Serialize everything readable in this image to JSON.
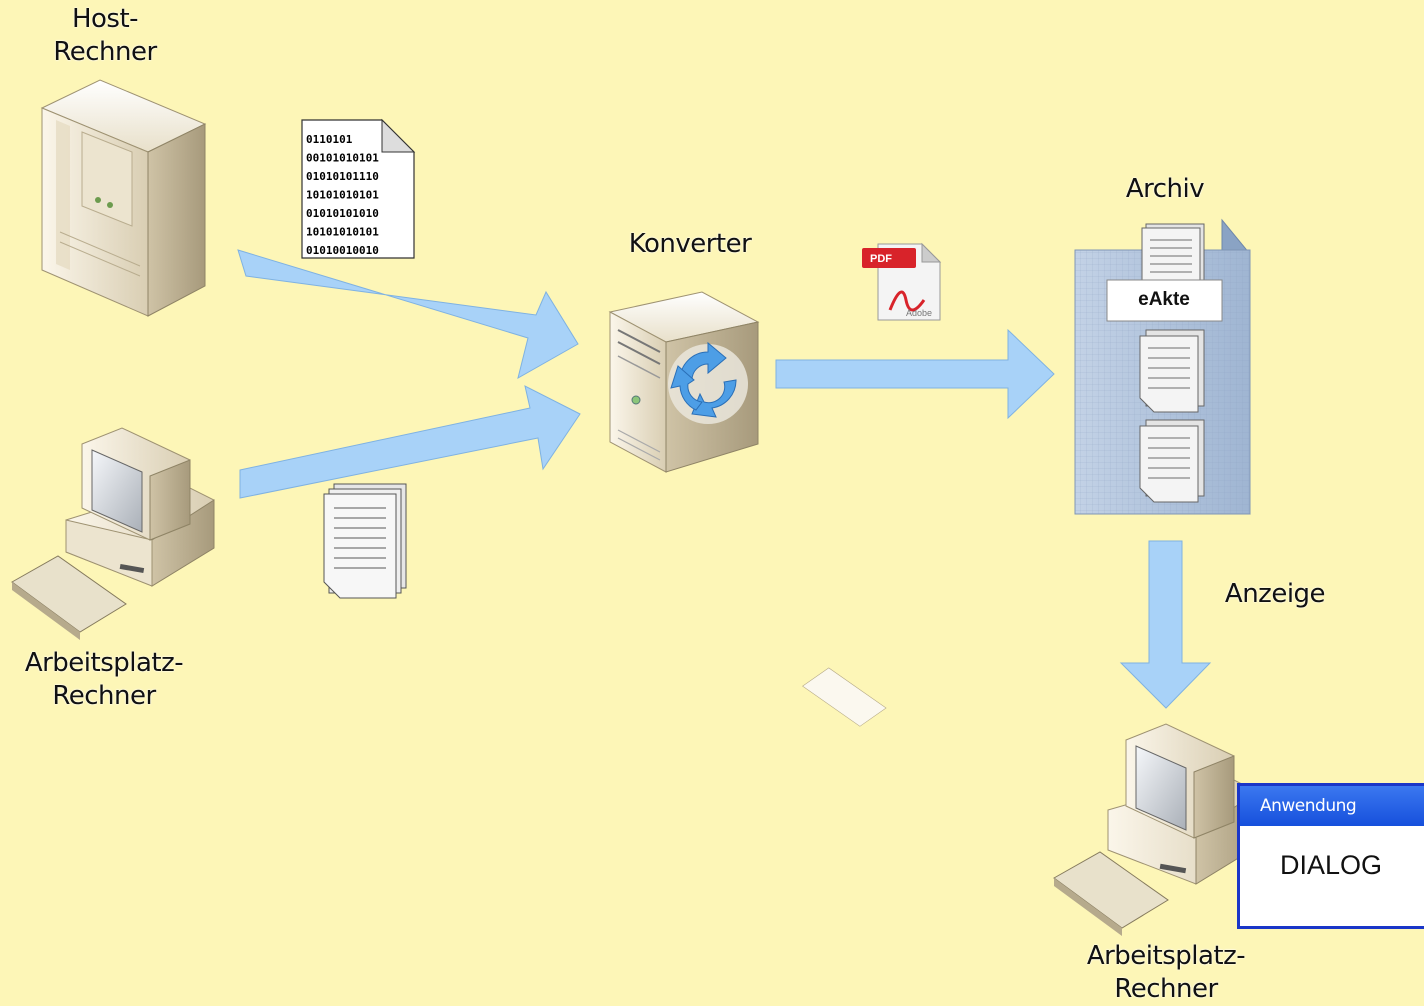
{
  "labels": {
    "host": "Host-\nRechner",
    "workstation_left": "Arbeitsplatz-\nRechner",
    "converter": "Konverter",
    "archive": "Archiv",
    "display": "Anzeige",
    "workstation_right": "Arbeitsplatz-\nRechner"
  },
  "binary_document": {
    "lines": [
      "0110101",
      "00101010101",
      "01010101110",
      "10101010101",
      "01010101010",
      "10101010101",
      "01010010010"
    ]
  },
  "pdf_icon": {
    "badge": "PDF",
    "brand": "Adobe"
  },
  "archive_folder": {
    "label": "eAkte"
  },
  "dialog": {
    "title": "Anwendung",
    "body": "DIALOG"
  },
  "colors": {
    "background": "#fdf6b7",
    "arrow": "#a8d2f8",
    "arrow_stroke": "#7fb2e2",
    "folder": "#a9bfd9",
    "dialog_border": "#1a36c8",
    "dialog_title": "#2a62e6"
  }
}
